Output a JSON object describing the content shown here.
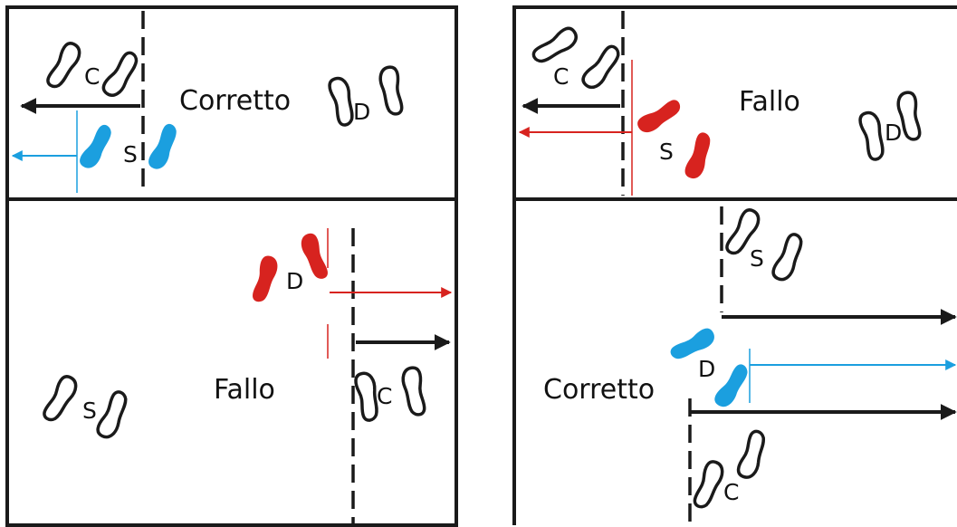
{
  "colors": {
    "line": "#1a1a1a",
    "blue": "#1b9fdf",
    "red": "#d7231f"
  },
  "panels": [
    {
      "status": "Corretto",
      "footprints": {
        "c": "C",
        "s": "S",
        "d": "D"
      }
    },
    {
      "status": "Fallo",
      "footprints": {
        "c": "C",
        "s": "S",
        "d": "D"
      }
    },
    {
      "status": "Fallo",
      "footprints": {
        "d": "D",
        "s": "S",
        "c": "C"
      }
    },
    {
      "status": "Corretto",
      "footprints": {
        "s": "S",
        "d": "D",
        "c": "C"
      }
    }
  ]
}
